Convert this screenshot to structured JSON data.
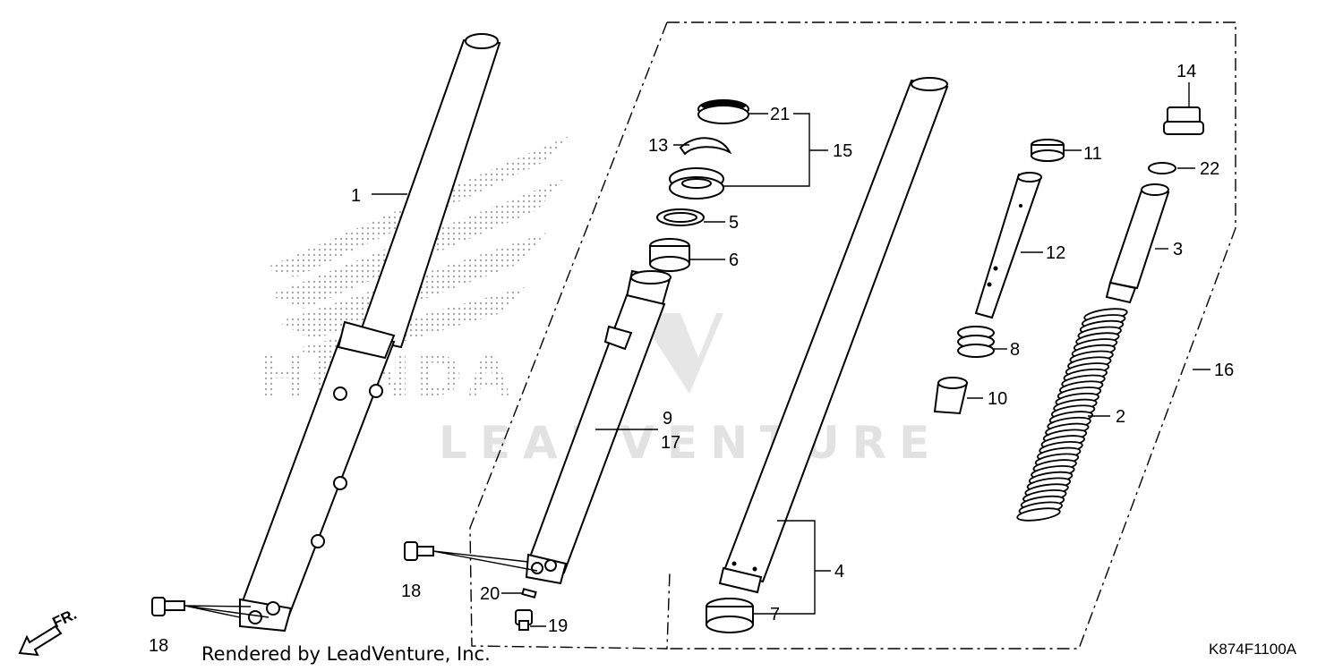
{
  "diagram": {
    "watermark": "LEADVENTURE",
    "watermark_brand": "HONDA",
    "credit": "Rendered by LeadVenture, Inc.",
    "diagram_code": "K874F1100A",
    "direction_label": "FR.",
    "callouts": [
      "1",
      "2",
      "3",
      "4",
      "5",
      "6",
      "7",
      "8",
      "9",
      "17",
      "10",
      "11",
      "12",
      "13",
      "14",
      "15",
      "16",
      "18",
      "18",
      "19",
      "20",
      "21",
      "22"
    ]
  }
}
